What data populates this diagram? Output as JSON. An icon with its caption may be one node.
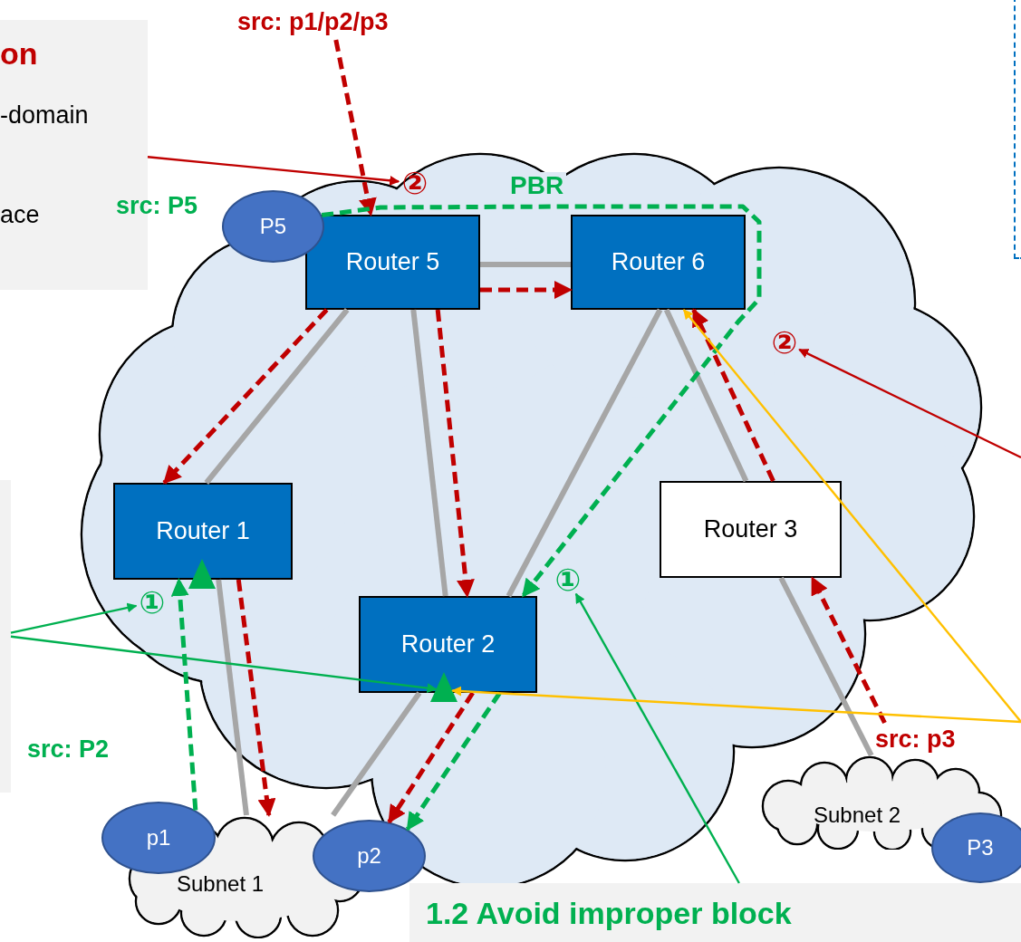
{
  "diagram": {
    "nodes": [
      {
        "text": [
          "on",
          "-domain",
          "ace"
        ]
      },
      {
        "text": [],
        "shape": "box"
      },
      {
        "text": [],
        "shape": "cloud"
      },
      {
        "text": [
          "Router 5"
        ],
        "in": 2
      },
      {
        "text": [
          "Router 6"
        ],
        "in": 2
      },
      {
        "text": [
          "Router 1"
        ]
      },
      {
        "text": [
          "Router 2"
        ],
        "in": 2
      },
      {
        "text": [
          "Router 3"
        ],
        "in": 2
      },
      {
        "text": [
          "P5"
        ]
      },
      {
        "text": [
          "p1"
        ]
      },
      {
        "text": [
          "Subnet 1"
        ]
      },
      {
        "text": [
          "p2"
        ]
      },
      {
        "text": [
          "Subnet 2"
        ]
      },
      {
        "text": [
          "P3"
        ]
      },
      {
        "text": [
          "src: p1/p2/p3"
        ]
      },
      {
        "text": [
          "src: p3"
        ]
      },
      {
        "text": [
          "②"
        ]
      },
      {
        "text": [
          "②"
        ],
        "in": 2
      },
      {
        "text": [
          "①"
        ]
      },
      {
        "text": [
          "①"
        ],
        "in": 2
      },
      {
        "text": [
          "1.2 Avoid improper block"
        ]
      },
      {
        "text": [],
        "shape": "box"
      },
      {
        "text": [],
        "shape": "triangle"
      },
      {
        "text": [],
        "shape": "triangle",
        "in": 2
      }
    ],
    "edges": [
      {
        "from": 3,
        "to": 4,
        "arrow": "none",
        "color": "#a6a6a6"
      },
      {
        "from": 3,
        "to": 5,
        "arrow": "none",
        "color": "#a6a6a6"
      },
      {
        "from": 3,
        "to": 6,
        "arrow": "none",
        "color": "#a6a6a6"
      },
      {
        "from": 4,
        "to": 6,
        "arrow": "none",
        "color": "#a6a6a6"
      },
      {
        "from": 4,
        "to": 7,
        "arrow": "none",
        "color": "#a6a6a6"
      },
      {
        "from": 5,
        "to": 10,
        "arrow": "none",
        "color": "#a6a6a6"
      },
      {
        "from": 6,
        "to": 10,
        "arrow": "none",
        "color": "#a6a6a6"
      },
      {
        "from": 7,
        "to": 12,
        "arrow": "none",
        "color": "#a6a6a6"
      },
      {
        "from": 14,
        "to": 3,
        "arrow": "to",
        "style": "dashed",
        "color": "#c00000"
      },
      {
        "from": 3,
        "to": 4,
        "arrow": "to",
        "style": "dashed",
        "color": "#c00000"
      },
      {
        "from": 3,
        "to": 5,
        "arrow": "to",
        "style": "dashed",
        "color": "#c00000"
      },
      {
        "from": 3,
        "to": 6,
        "arrow": "to",
        "style": "dashed",
        "color": "#c00000"
      },
      {
        "from": 5,
        "to": 10,
        "arrow": "to",
        "style": "dashed",
        "color": "#c00000"
      },
      {
        "from": 6,
        "to": 11,
        "arrow": "to",
        "style": "dashed",
        "color": "#c00000"
      },
      {
        "from": 15,
        "to": 7,
        "arrow": "to",
        "style": "dashed",
        "color": "#c00000"
      },
      {
        "from": 7,
        "to": 4,
        "arrow": "to",
        "style": "dashed",
        "color": "#c00000"
      },
      {
        "from": 9,
        "to": 5,
        "arrow": "to",
        "style": "dashed",
        "color": "#00b050"
      },
      {
        "from": 8,
        "to": 6,
        "arrow": "to",
        "label": "PBR",
        "style": "dashed",
        "color": "#00b050"
      },
      {
        "from": 6,
        "to": 11,
        "arrow": "to",
        "style": "dashed",
        "color": "#00b050"
      },
      {
        "from": 0,
        "to": 16,
        "arrow": "to",
        "color": "#c00000"
      },
      {
        "from": null,
        "to": 17,
        "arrow": "to",
        "color": "#c00000"
      },
      {
        "from": 1,
        "to": 18,
        "arrow": "to",
        "color": "#00b050"
      },
      {
        "from": 1,
        "to": 23,
        "arrow": "to",
        "color": "#00b050"
      },
      {
        "from": 20,
        "to": 19,
        "arrow": "to",
        "color": "#00b050"
      },
      {
        "from": null,
        "to": 23,
        "arrow": "to",
        "color": "#ffc000"
      },
      {
        "from": null,
        "to": 4,
        "arrow": "to",
        "color": "#ffc000"
      }
    ],
    "labels": [
      "src: P5",
      "src: P2"
    ]
  }
}
